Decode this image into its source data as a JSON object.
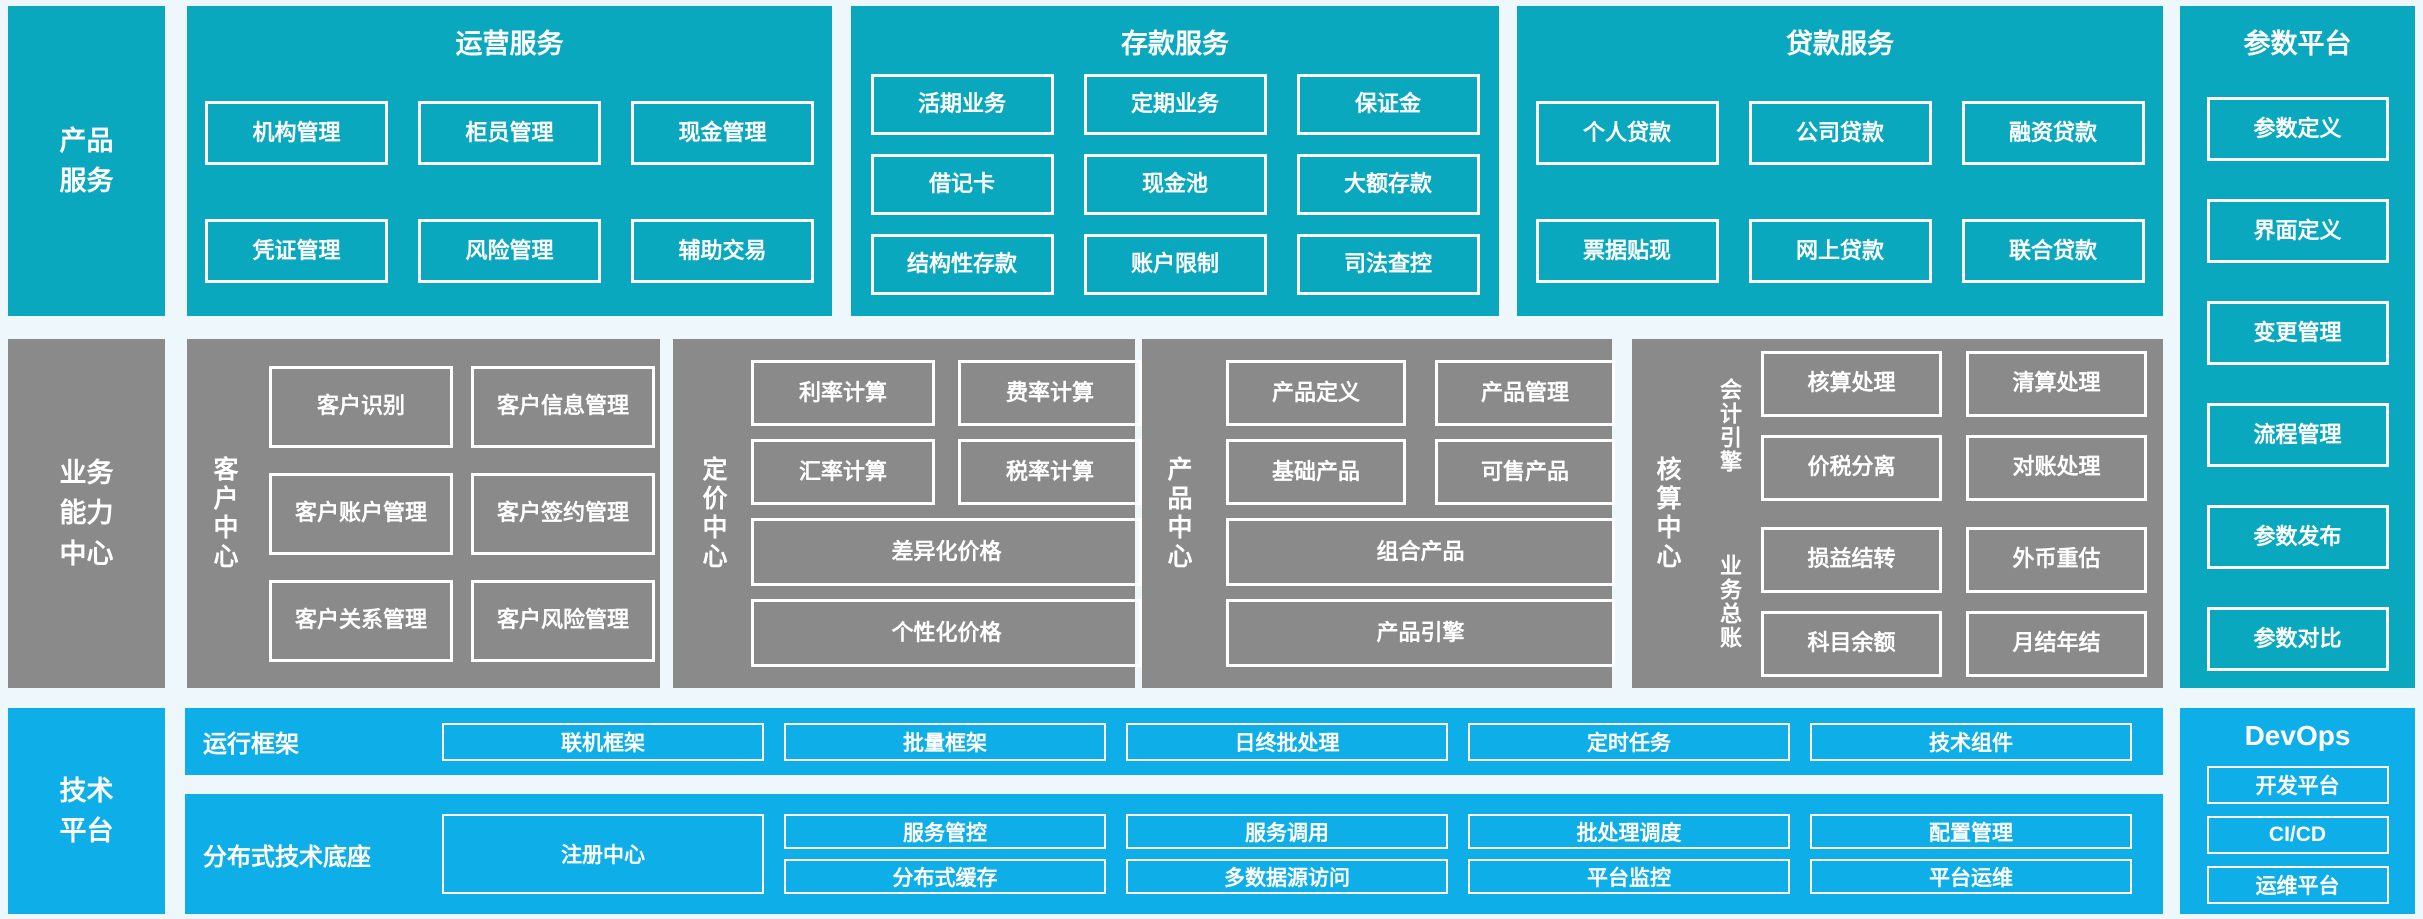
{
  "palette": {
    "teal": "#0aa8be",
    "gray": "#8a8a8a",
    "blue": "#0eaee8",
    "page_bg": "#eef7fb",
    "box_text": "#ffffff"
  },
  "rails": [
    {
      "label": "产品服务"
    },
    {
      "label": "业务能力中心"
    },
    {
      "label": "技术平台"
    }
  ],
  "top_sections": [
    {
      "title": "运营服务",
      "items": [
        "机构管理",
        "柜员管理",
        "现金管理",
        "凭证管理",
        "风险管理",
        "辅助交易"
      ]
    },
    {
      "title": "存款服务",
      "items": [
        "活期业务",
        "定期业务",
        "保证金",
        "借记卡",
        "现金池",
        "大额存款",
        "结构性存款",
        "账户限制",
        "司法查控"
      ]
    },
    {
      "title": "贷款服务",
      "items": [
        "个人贷款",
        "公司贷款",
        "融资贷款",
        "票据贴现",
        "网上贷款",
        "联合贷款"
      ]
    }
  ],
  "param_platform": {
    "title": "参数平台",
    "items": [
      "参数定义",
      "界面定义",
      "变更管理",
      "流程管理",
      "参数发布",
      "参数对比"
    ]
  },
  "middle_sections": {
    "customer": {
      "label": "客户中心",
      "items": [
        "客户识别",
        "客户信息管理",
        "客户账户管理",
        "客户签约管理",
        "客户关系管理",
        "客户风险管理"
      ]
    },
    "pricing": {
      "label": "定价中心",
      "items": [
        "利率计算",
        "费率计算",
        "汇率计算",
        "税率计算"
      ],
      "wide_items": [
        "差异化价格",
        "个性化价格"
      ]
    },
    "product": {
      "label": "产品中心",
      "items": [
        "产品定义",
        "产品管理",
        "基础产品",
        "可售产品"
      ],
      "wide_items": [
        "组合产品",
        "产品引擎"
      ]
    },
    "accounting": {
      "label": "核算中心",
      "groups": [
        {
          "label": "会计引擎",
          "items": [
            "核算处理",
            "清算处理",
            "价税分离",
            "对账处理"
          ]
        },
        {
          "label": "业务总账",
          "items": [
            "损益结转",
            "外币重估",
            "科目余额",
            "月结年结"
          ]
        }
      ]
    }
  },
  "bottom": {
    "runtime": {
      "label": "运行框架",
      "items": [
        "联机框架",
        "批量框架",
        "日终批处理",
        "定时任务",
        "技术组件"
      ]
    },
    "distributed": {
      "label": "分布式技术底座",
      "registry": "注册中心",
      "rows": [
        [
          "服务管控",
          "服务调用",
          "批处理调度",
          "配置管理"
        ],
        [
          "分布式缓存",
          "多数据源访问",
          "平台监控",
          "平台运维"
        ]
      ]
    },
    "devops": {
      "title": "DevOps",
      "items": [
        "开发平台",
        "CI/CD",
        "运维平台"
      ]
    }
  }
}
